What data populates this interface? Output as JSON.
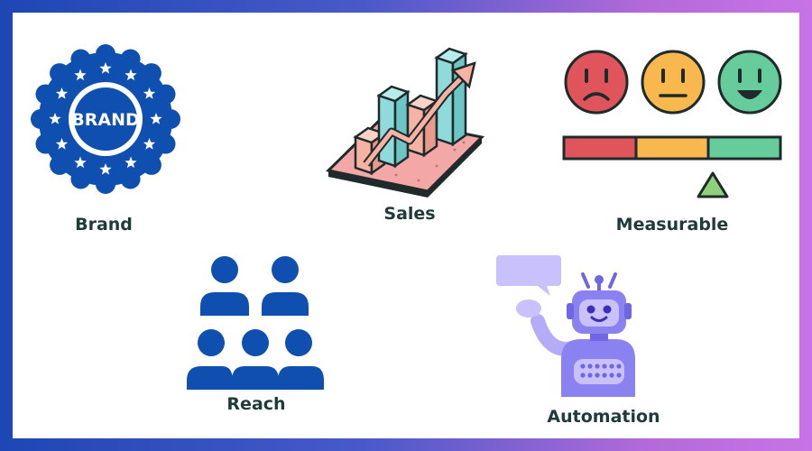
{
  "colors": {
    "frame_left": "#1d47b4",
    "frame_right": "#c773e6",
    "brand_blue": "#0f4fb0",
    "label_text": "#1f3a3a",
    "bar_red": "#e0545c",
    "bar_yellow": "#f8b84d",
    "bar_green": "#66cc9c",
    "sales_teal": "#8fdada",
    "sales_peach": "#f6b2a2",
    "robot_purple": "#8a82f0",
    "robot_light": "#c8c1fb"
  },
  "badge": {
    "text": "BRAND",
    "icon": "brand-seal-icon"
  },
  "items": {
    "brand": {
      "label": "Brand",
      "icon": "brand-seal-icon"
    },
    "sales": {
      "label": "Sales",
      "icon": "sales-growth-chart-icon"
    },
    "measurable": {
      "label": "Measurable",
      "icon": "satisfaction-meter-icon"
    },
    "reach": {
      "label": "Reach",
      "icon": "audience-group-icon"
    },
    "automation": {
      "label": "Automation",
      "icon": "robot-icon"
    }
  }
}
